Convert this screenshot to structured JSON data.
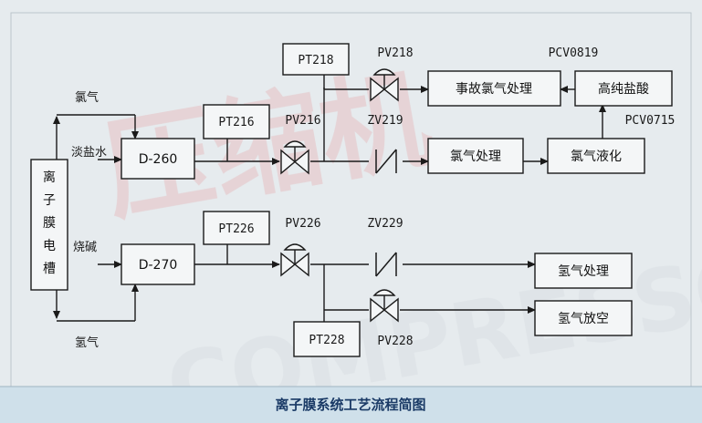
{
  "caption": "离子膜系统工艺流程简图",
  "electrolyzer": [
    "离",
    "子",
    "膜",
    "电",
    "槽"
  ],
  "labels": {
    "chlorine": "氯气",
    "brine": "淡盐水",
    "caustic": "烧碱",
    "hydrogen": "氢气"
  },
  "boxes": {
    "d260": "D-260",
    "d270": "D-270",
    "pt218": "PT218",
    "pt216": "PT216",
    "pt226": "PT226",
    "pt228": "PT228",
    "emergency": "事故氯气处理",
    "hcl": "高纯盐酸",
    "chlorine_treat": "氯气处理",
    "liquefy": "氯气液化",
    "h2_treat": "氢气处理",
    "h2_vent": "氢气放空"
  },
  "tags": {
    "pv218": "PV218",
    "pcv0819": "PCV0819",
    "pv216": "PV216",
    "zv219": "ZV219",
    "pcv0715": "PCV0715",
    "pv226": "PV226",
    "zv229": "ZV229",
    "pv228": "PV228"
  },
  "colors": {
    "background": "#e6ebee",
    "line": "#1a1a1a",
    "caption_band": "#cfe0ea",
    "caption_text": "#1a3a66",
    "watermark": "#e23b3b"
  }
}
